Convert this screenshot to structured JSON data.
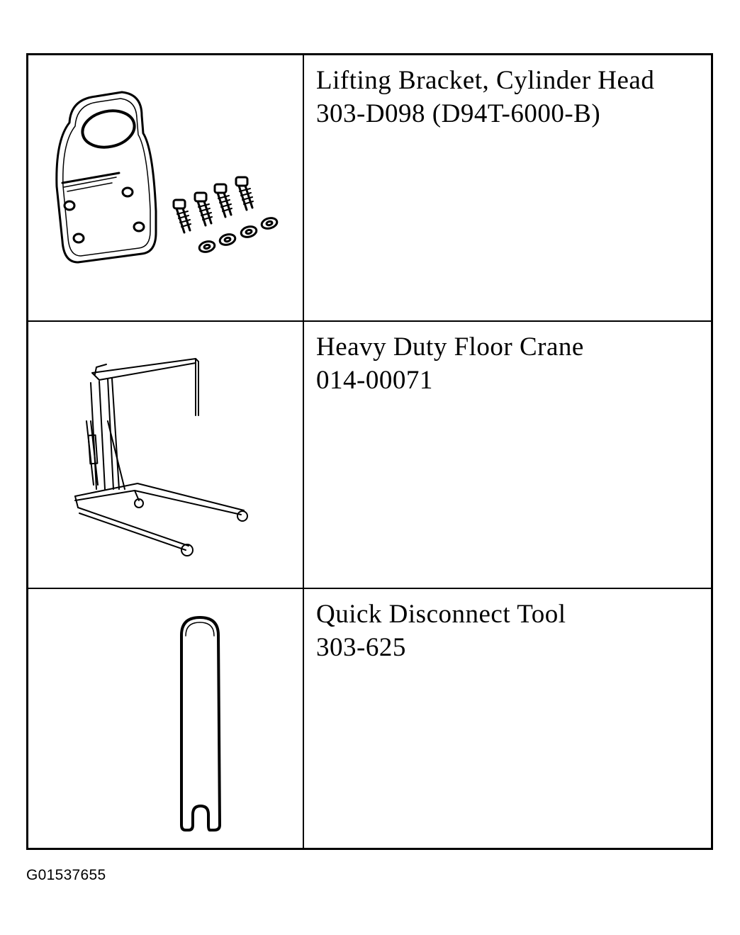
{
  "tools": [
    {
      "name": "Lifting Bracket, Cylinder Head",
      "number": "303-D098 (D94T-6000-B)",
      "illustration": "lifting-bracket-icon"
    },
    {
      "name": "Heavy Duty Floor Crane",
      "number": "014-00071",
      "illustration": "floor-crane-icon"
    },
    {
      "name": "Quick Disconnect Tool",
      "number": "303-625",
      "illustration": "quick-disconnect-tool-icon"
    }
  ],
  "figure_id": "G01537655"
}
